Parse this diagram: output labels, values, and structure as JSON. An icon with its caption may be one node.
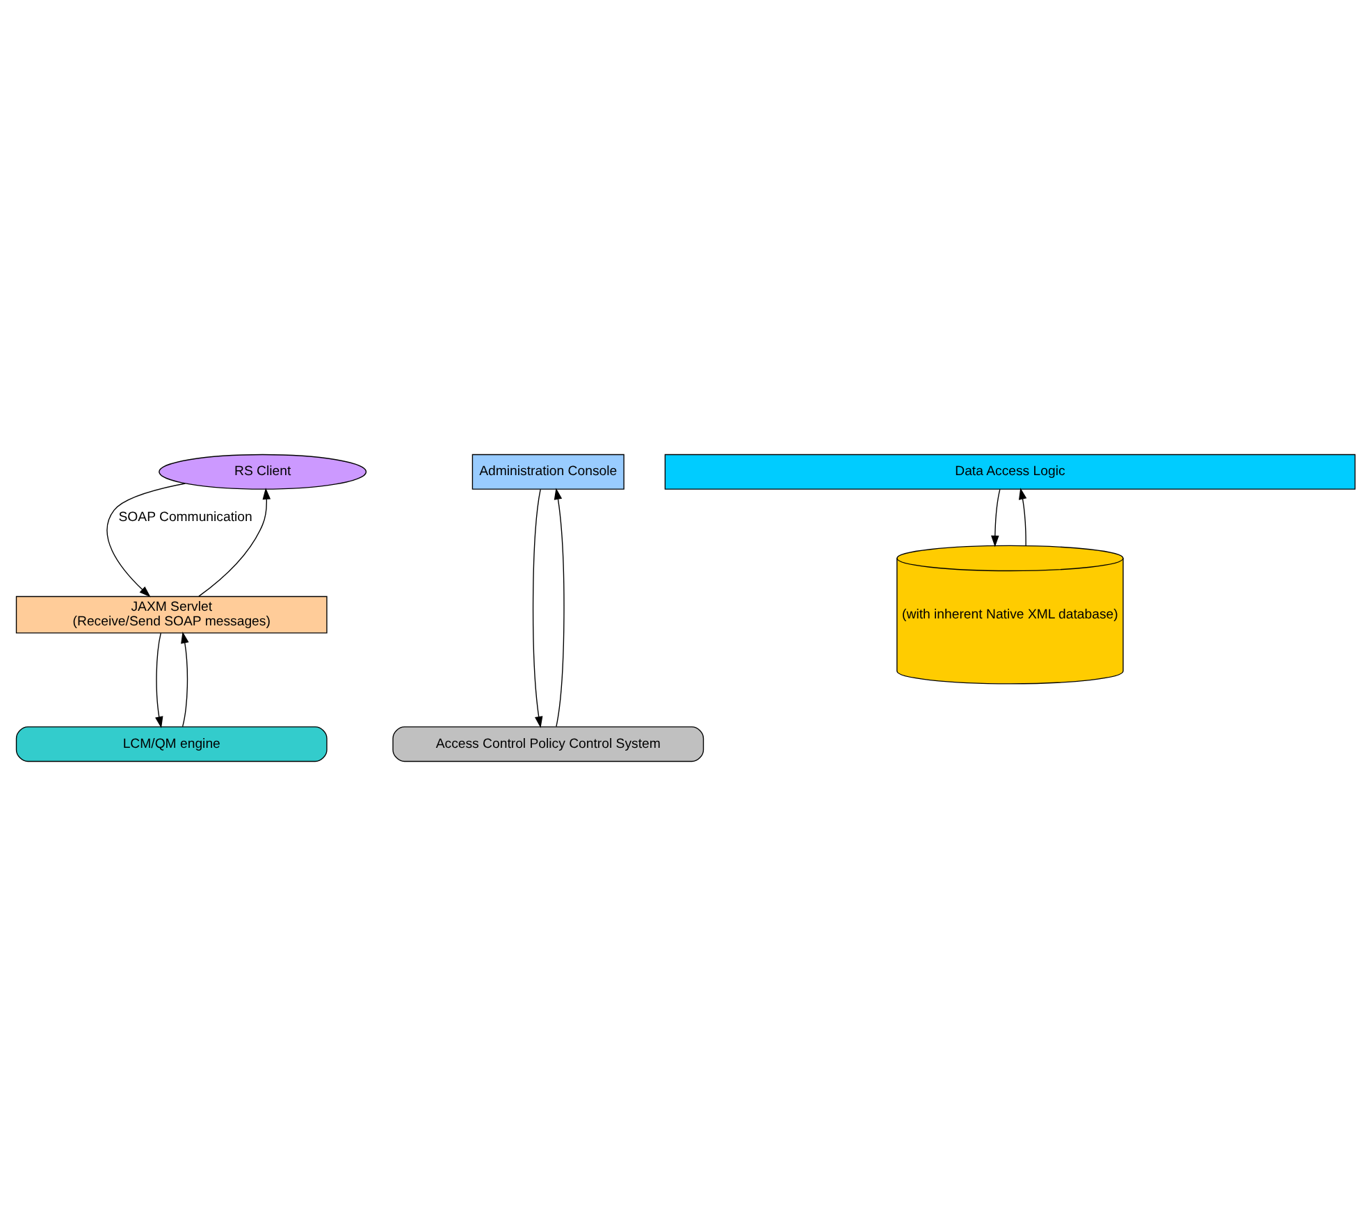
{
  "diagram": {
    "nodes": [
      {
        "text": [
          "RS Client"
        ]
      },
      {
        "text": [
          "Administration Console"
        ]
      },
      {
        "text": [
          "JAXM Servlet",
          "(Receive/Send SOAP messages)"
        ]
      },
      {
        "text": [
          "LCM/QM engine"
        ]
      },
      {
        "text": [
          "Access Control Policy Control System"
        ]
      },
      {
        "text": [
          "Data Access Logic"
        ]
      },
      {
        "text": [
          "(with inherent Native XML database)"
        ]
      }
    ],
    "edges": [
      {
        "from": 2,
        "to": 0,
        "arrow": "to"
      },
      {
        "from": 0,
        "to": 2,
        "arrow": "to",
        "label": "SOAP Communication"
      },
      {
        "from": 1,
        "to": 4,
        "arrow": "to"
      },
      {
        "from": 4,
        "to": 1,
        "arrow": "to"
      },
      {
        "from": 2,
        "to": 3,
        "arrow": "to"
      },
      {
        "from": 3,
        "to": 2,
        "arrow": "to"
      },
      {
        "from": 6,
        "to": 5,
        "arrow": "to"
      },
      {
        "from": 5,
        "to": 6,
        "arrow": "to"
      }
    ]
  }
}
